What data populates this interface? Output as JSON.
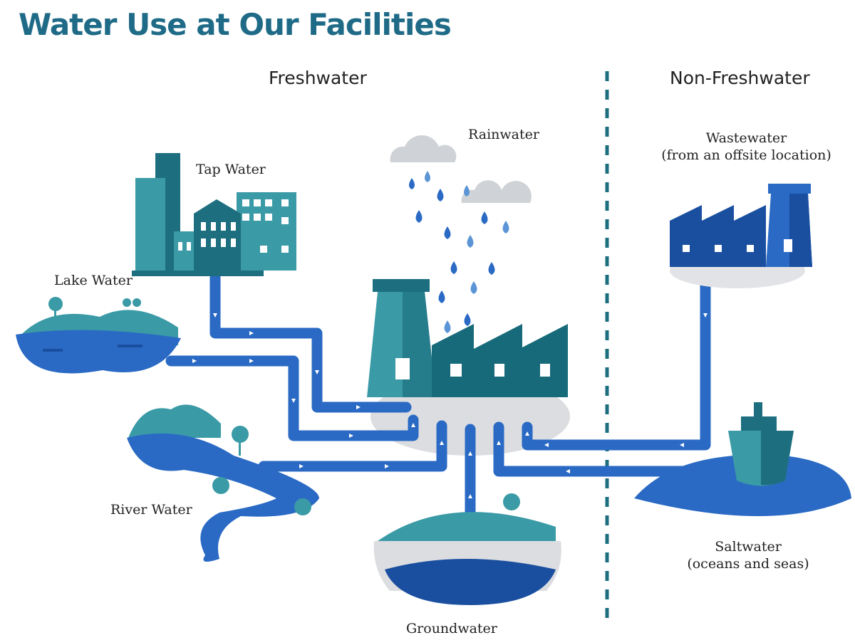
{
  "title": "Water Use at Our Facilities",
  "sections": {
    "freshwater": "Freshwater",
    "non_freshwater": "Non-Freshwater"
  },
  "sources": {
    "tap": "Tap Water",
    "rain": "Rainwater",
    "lake": "Lake Water",
    "river": "River Water",
    "ground": "Groundwater",
    "waste_line1": "Wastewater",
    "waste_line2": "(from an offsite location)",
    "salt_line1": "Saltwater",
    "salt_line2": "(oceans and seas)"
  },
  "colors": {
    "title": "#1f6b87",
    "pipe": "#2a6ac4",
    "teal_dark": "#1d6f80",
    "teal_light": "#3a9aa6",
    "blue_dark": "#1a4fa0",
    "gray": "#d9dbdd"
  }
}
